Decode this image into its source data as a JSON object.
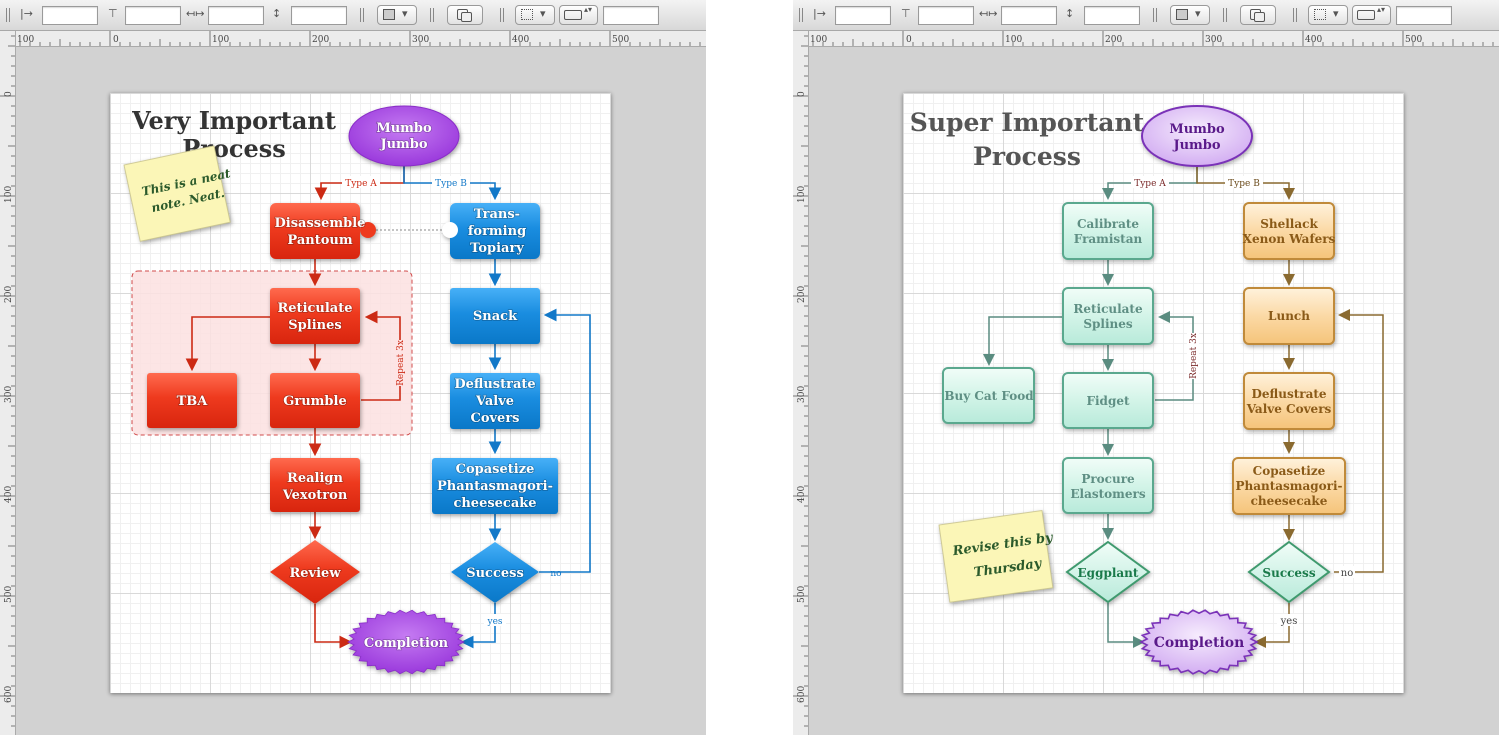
{
  "ruler_labels": [
    "100",
    "0",
    "100",
    "200",
    "300",
    "400",
    "500"
  ],
  "vruler_labels": [
    "0",
    "100",
    "200",
    "300",
    "400",
    "500",
    "600"
  ],
  "toolbar_icons": {
    "left_width": "|→",
    "top_height": "⊤",
    "width": "↤↦",
    "height": "↕",
    "dropdown": "▾",
    "stepper": "▴▾"
  },
  "left": {
    "title_line1": "Very Important",
    "title_line2": "Process",
    "note": "This is a neat note. Neat.",
    "start": [
      "Mumbo",
      "Jumbo"
    ],
    "branch_a": "Type A",
    "branch_b": "Type B",
    "repeat": "Repeat 3x",
    "no": "no",
    "yes": "yes",
    "a1": [
      "Disassemble",
      "Pantoum"
    ],
    "a2": [
      "Reticulate",
      "Splines"
    ],
    "a3": [
      "TBA"
    ],
    "a4": [
      "Grumble"
    ],
    "a5": [
      "Realign",
      "Vexotron"
    ],
    "a6": [
      "Review"
    ],
    "b1": [
      "Trans-",
      "forming",
      "Topiary"
    ],
    "b2": [
      "Snack"
    ],
    "b3": [
      "Deflustrate",
      "Valve",
      "Covers"
    ],
    "b4": [
      "Copasetize",
      "Phantasmagori-",
      "cheesecake"
    ],
    "b5": [
      "Success"
    ],
    "end": [
      "Completion"
    ],
    "colors": {
      "red": "#ee3a1e",
      "blue": "#1a8de0",
      "purple": "#a544e0",
      "group_fill": "#fbe1e1",
      "group_stroke": "#d04a4a",
      "note": "#fbf6b7"
    }
  },
  "right": {
    "title_line1": "Super Important",
    "title_line2": "Process",
    "note": "Revise this by Thursday",
    "start": [
      "Mumbo",
      "Jumbo"
    ],
    "branch_a": "Type A",
    "branch_b": "Type B",
    "repeat": "Repeat 3x",
    "no": "no",
    "yes": "yes",
    "a1": [
      "Calibrate",
      "Framistan"
    ],
    "a2": [
      "Reticulate",
      "Splines"
    ],
    "a3": [
      "Buy Cat Food"
    ],
    "a4": [
      "Fidget"
    ],
    "a5": [
      "Procure",
      "Elastomers"
    ],
    "a6": [
      "Eggplant"
    ],
    "b1": [
      "Shellack",
      "Xenon Wafers"
    ],
    "b2": [
      "Lunch"
    ],
    "b3": [
      "Deflustrate",
      "Valve Covers"
    ],
    "b4": [
      "Copasetize",
      "Phantasmagori-",
      "cheesecake"
    ],
    "b5": [
      "Success"
    ],
    "end": [
      "Completion"
    ],
    "colors": {
      "teal_fill": "#d8f6ec",
      "teal_stroke": "#5aa88e",
      "orange_fill": "#fbd9a5",
      "orange_stroke": "#c08a3a",
      "purple_fill": "#e3c9f8",
      "purple_stroke": "#7a32b8",
      "line_a": "#5a8c80",
      "line_b": "#8a6a30",
      "note": "#fbf6b7"
    }
  }
}
